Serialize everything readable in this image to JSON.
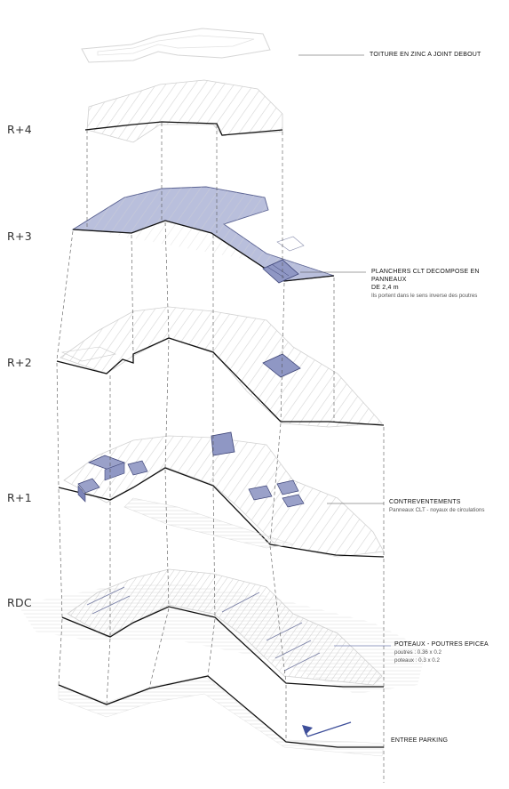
{
  "levels": [
    "R+4",
    "R+3",
    "R+2",
    "R+1",
    "RDC"
  ],
  "annotations": {
    "roof": {
      "title": "TOITURE EN ZINC A  JOINT DEBOUT"
    },
    "floors": {
      "title_line1": "PLANCHERS CLT DECOMPOSE EN PANNEAUX",
      "title_line2": "DE 2,4 m",
      "desc": "Ils portent dans le sens inverse des poutres"
    },
    "bracing": {
      "title": "CONTREVENTEMENTS",
      "desc": "Panneaux CLT - noyaux de circulations"
    },
    "posts": {
      "title": "POTEAUX - POUTRES EPICEA",
      "line1": "poutres : 0.36 x 0.2",
      "line2": "poteaux : 0.3 x 0.2"
    },
    "parking": {
      "title": "ENTREE PARKING"
    }
  },
  "colors": {
    "clt_fill": "#b9bfdc",
    "clt_stroke": "#5a6292",
    "outline": "#111111",
    "structure": "#c9c9c9",
    "arrow": "#3e4f9a"
  }
}
